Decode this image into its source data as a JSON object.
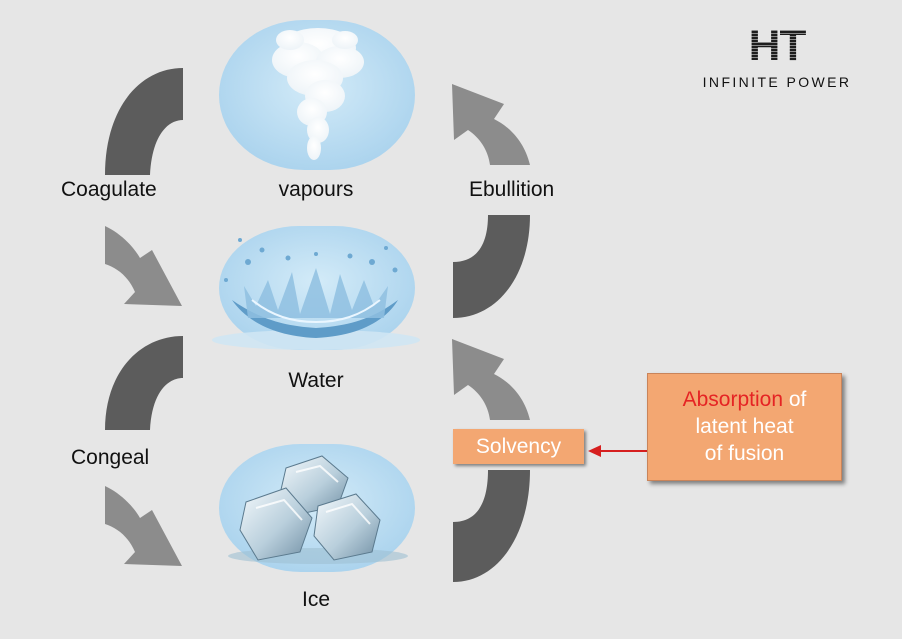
{
  "brand": {
    "logo_text": "HT",
    "tagline": "INFINITE POWER"
  },
  "states": {
    "vapour": {
      "label": "vapours",
      "icon": "steam-cloud-icon"
    },
    "water": {
      "label": "Water",
      "icon": "water-splash-icon"
    },
    "ice": {
      "label": "Ice",
      "icon": "ice-cubes-icon"
    }
  },
  "transitions": {
    "coagulate": "Coagulate",
    "ebullition": "Ebullition",
    "congeal": "Congeal",
    "solvency": "Solvency"
  },
  "callout": {
    "highlight": "Absorption",
    "line1_rest": "of",
    "line2": "latent heat",
    "line3": "of fusion"
  },
  "colors": {
    "background": "#e6e6e6",
    "arrow_dark": "#5c5c5c",
    "arrow_light": "#8c8c8c",
    "bubble": "#b3d8ef",
    "callout_fill": "#f3a772",
    "callout_highlight": "#e52424",
    "pointer_arrow": "#d61f1f"
  }
}
